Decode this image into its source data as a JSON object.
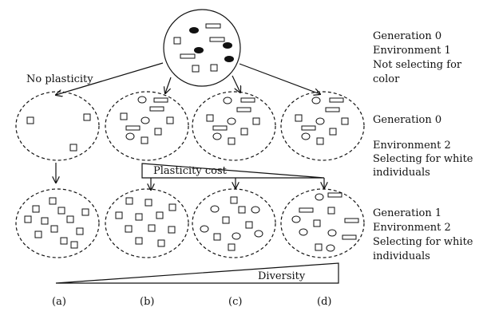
{
  "top_labels": {
    "line1": "Generation 0",
    "line2": "Environment 1",
    "line3": "Not selecting for",
    "line4": "color"
  },
  "mid_labels": {
    "line1": "Generation 0",
    "line2": "Environment 2",
    "line3": "Selecting for white",
    "line4": "individuals"
  },
  "bottom_labels": {
    "line1": "Generation 1",
    "line2": "Environment 2",
    "line3": "Selecting for white",
    "line4": "individuals"
  },
  "no_plasticity": "No plasticity",
  "plasticity_cost": "Plasticity cost",
  "diversity": "Diversity",
  "columns": [
    "(a)",
    "(b)",
    "(c)",
    "(d)"
  ]
}
